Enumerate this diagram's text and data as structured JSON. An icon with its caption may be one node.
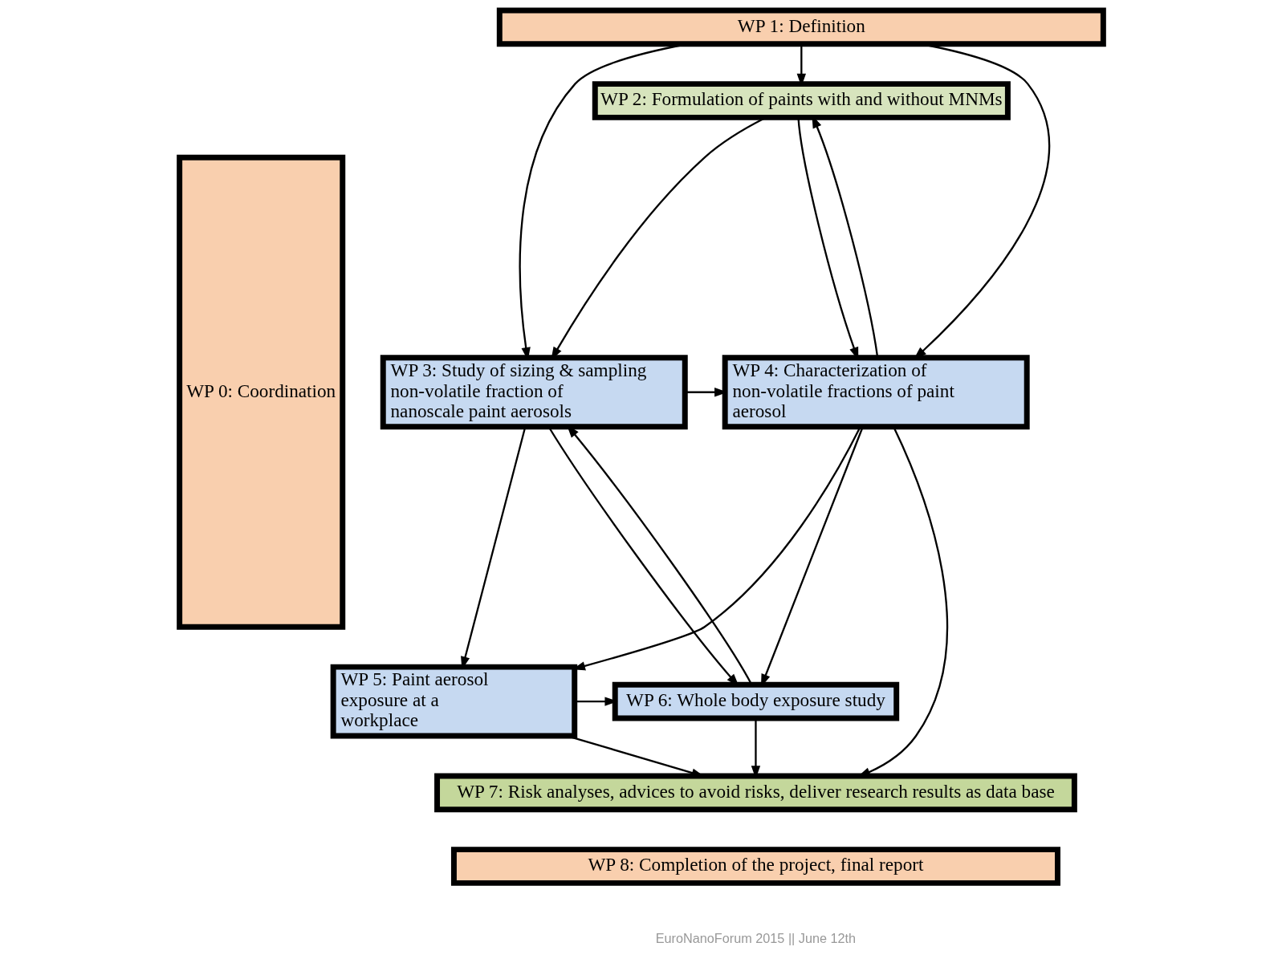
{
  "diagram": {
    "nodes": [
      {
        "text": [
          "WP 0: Coordination"
        ]
      },
      {
        "text": [
          "WP 1: Definition"
        ]
      },
      {
        "text": [
          "WP 2: Formulation of paints with and without MNMs"
        ]
      },
      {
        "text": [
          "WP 3: Study of sizing & sampling non-volatile fraction of nanoscale paint aerosols"
        ]
      },
      {
        "text": [
          "WP 4: Characterization of non-volatile fractions of paint aerosol"
        ]
      },
      {
        "text": [
          "WP 5: Paint aerosol exposure at a workplace"
        ]
      },
      {
        "text": [
          "WP 6: Whole body exposure study"
        ]
      },
      {
        "text": [
          "WP 7: Risk analyses, advices to avoid risks, deliver research results as data base"
        ]
      },
      {
        "text": [
          "WP 8: Completion of the project, final report"
        ]
      }
    ],
    "edges": [
      {
        "from": 1,
        "to": 3,
        "arrow": "to"
      },
      {
        "from": 1,
        "to": 2,
        "arrow": "to"
      },
      {
        "from": 1,
        "to": 4,
        "arrow": "to"
      },
      {
        "from": 2,
        "to": 3,
        "arrow": "to"
      },
      {
        "from": 4,
        "to": 2,
        "arrow": "to"
      },
      {
        "from": 2,
        "to": 4,
        "arrow": "to"
      },
      {
        "from": 3,
        "to": 4,
        "arrow": "to"
      },
      {
        "from": 3,
        "to": 5,
        "arrow": "to"
      },
      {
        "from": 4,
        "to": 6,
        "arrow": "to"
      },
      {
        "from": 3,
        "to": 6,
        "arrow": "to"
      },
      {
        "from": 6,
        "to": 3,
        "arrow": "to"
      },
      {
        "from": 4,
        "to": 5,
        "arrow": "to"
      },
      {
        "from": 5,
        "to": 6,
        "arrow": "to"
      },
      {
        "from": 6,
        "to": 7,
        "arrow": "to"
      },
      {
        "from": 5,
        "to": 7,
        "arrow": "to"
      },
      {
        "from": 4,
        "to": 7,
        "arrow": "to"
      }
    ],
    "labels": [
      "EuroNanoForum 2015 || June 12th"
    ]
  }
}
